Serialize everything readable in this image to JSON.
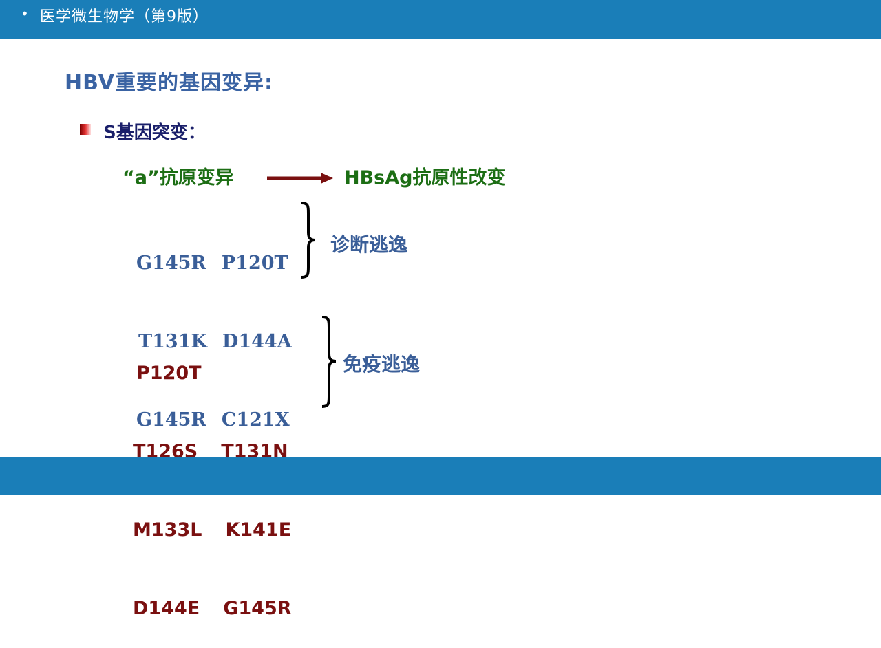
{
  "header": {
    "bullet": "•",
    "title": "医学微生物学（第9版）"
  },
  "main_title": "HBV重要的基因变异:",
  "section": {
    "title": "S基因突变："
  },
  "variant": {
    "label": "“a”抗原变异",
    "result": "HBsAg抗原性改变"
  },
  "group1": {
    "rows": [
      [
        "G145R",
        "P120T"
      ],
      [
        "T131K",
        "D144A"
      ],
      [
        "G145R",
        "C121X"
      ]
    ],
    "label": "诊断逃逸"
  },
  "group2": {
    "rows": [
      [
        "P120T",
        ""
      ],
      [
        "T126S",
        "T131N"
      ],
      [
        "M133L",
        "K141E"
      ],
      [
        "D144E",
        "G145R"
      ]
    ],
    "label": "免疫逃逸"
  },
  "colors": {
    "bar": "#1a7eb8",
    "title_blue": "#3a63a3",
    "green": "#1c6e14",
    "dark_red": "#7a1010"
  }
}
